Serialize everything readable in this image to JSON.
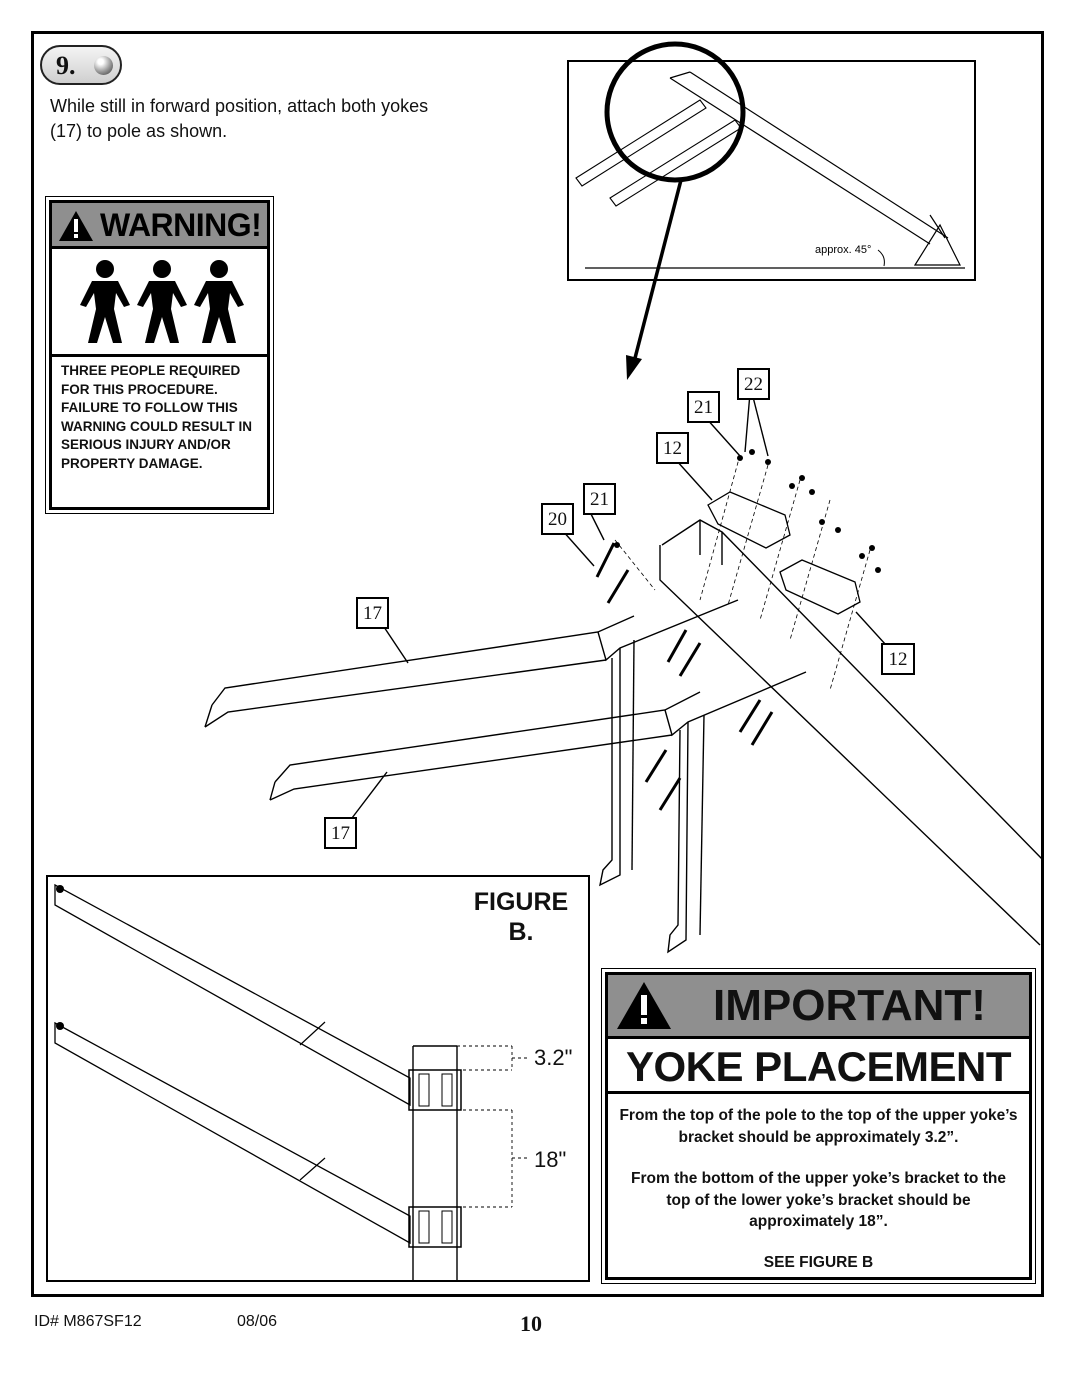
{
  "step": {
    "number": "9."
  },
  "instruction": "While still in forward position, attach both yokes (17) to pole as shown.",
  "warning": {
    "title": "WARNING!",
    "text": "THREE PEOPLE REQUIRED FOR THIS PROCEDURE. FAILURE TO FOLLOW THIS WARNING COULD RESULT IN SERIOUS INJURY AND/OR PROPERTY DAMAGE."
  },
  "detail_angle": "approx. 45°",
  "callouts": {
    "c22": "22",
    "c21a": "21",
    "c12a": "12",
    "c21b": "21",
    "c20": "20",
    "c17a": "17",
    "c12b": "12",
    "c17b": "17"
  },
  "figure": {
    "label_line1": "FIGURE",
    "label_line2": "B.",
    "dim_top": "3.2\"",
    "dim_gap": "18\""
  },
  "important": {
    "title": "IMPORTANT!",
    "subtitle": "YOKE PLACEMENT",
    "para1": "From the top of the pole to the top of the upper yoke’s bracket should be approximately 3.2”.",
    "para2": "From the bottom of the upper yoke’s bracket to the top of the lower yoke’s bracket should be approximately 18”.",
    "see": "SEE FIGURE B"
  },
  "footer": {
    "id": "ID# M867SF12",
    "date": "08/06",
    "page": "10"
  }
}
